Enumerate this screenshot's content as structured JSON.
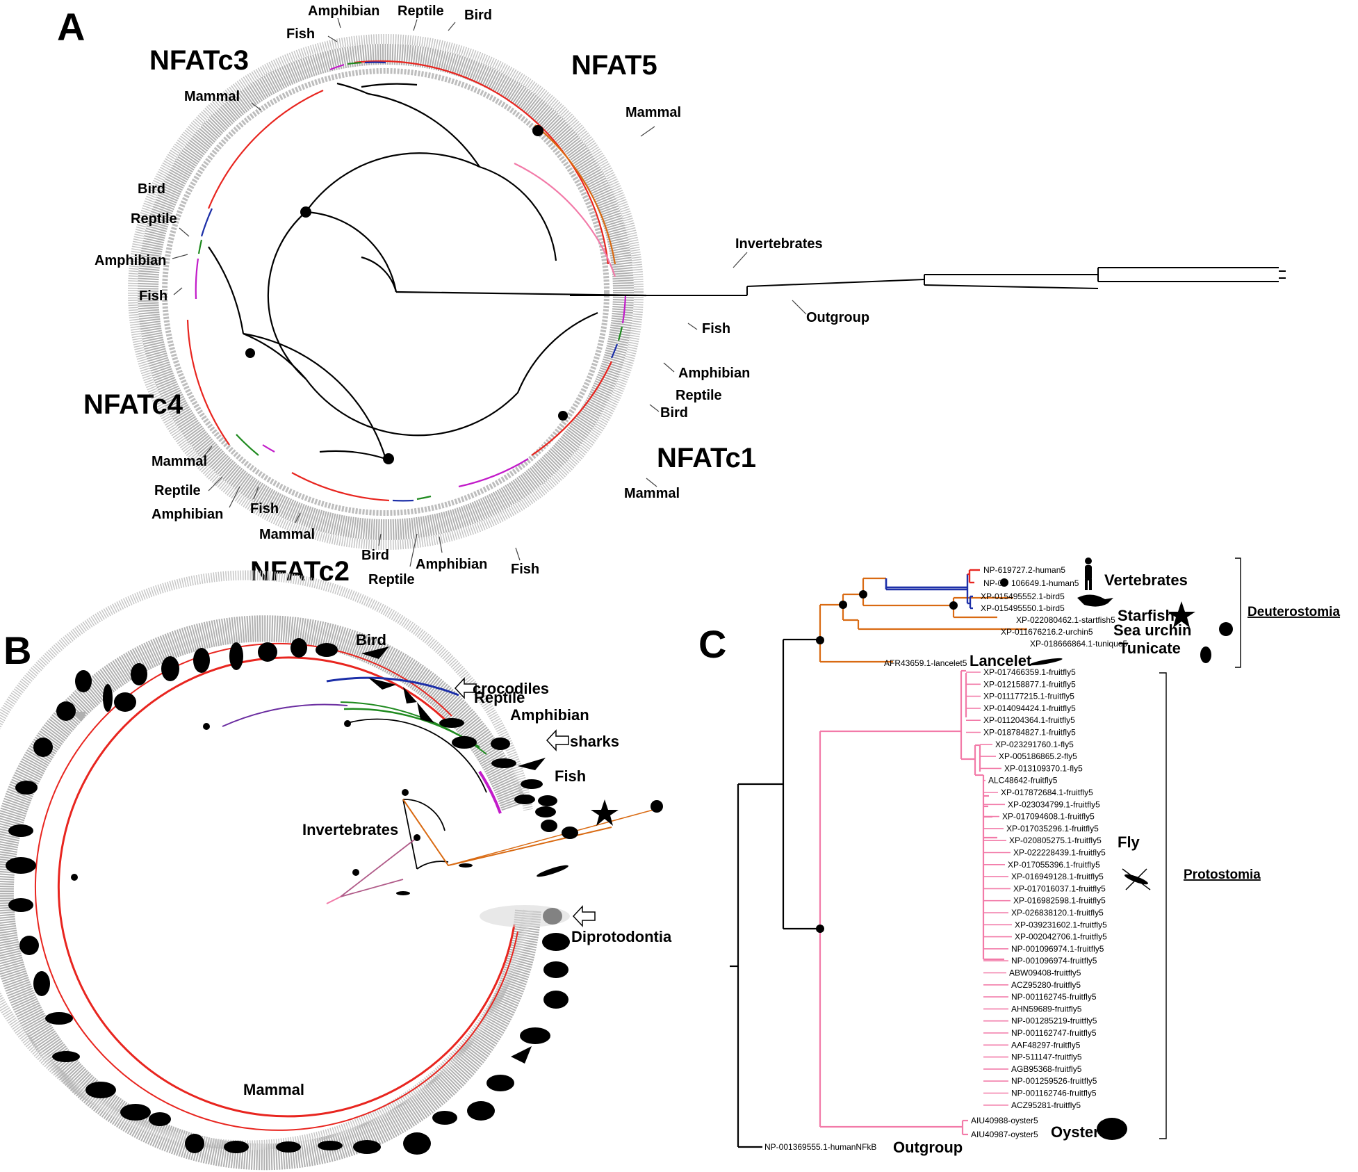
{
  "panels": {
    "a": {
      "letter": "A",
      "families": {
        "nfatc3": "NFATc3",
        "nfat5": "NFAT5",
        "nfatc4": "NFATc4",
        "nfatc1": "NFATc1",
        "nfatc2": "NFATc2"
      },
      "clade_labels": {
        "top_amphibian": "Amphibian",
        "top_reptile": "Reptile",
        "top_bird": "Bird",
        "top_fish": "Fish",
        "c3_mammal": "Mammal",
        "nfat5_mammal": "Mammal",
        "left_bird": "Bird",
        "left_reptile": "Reptile",
        "left_amphibian": "Amphibian",
        "left_fish": "Fish",
        "invertebrates": "Invertebrates",
        "outgroup": "Outgroup",
        "right_fish": "Fish",
        "right_amphibian": "Amphibian",
        "right_reptile": "Reptile",
        "right_bird": "Bird",
        "c1_mammal": "Mammal",
        "c4_mammal": "Mammal",
        "c4_reptile": "Reptile",
        "c4_amphibian": "Amphibian",
        "c4_fish": "Fish",
        "c2_mammal": "Mammal",
        "c2_bird": "Bird",
        "c2_reptile": "Reptile",
        "c2_amphibian": "Amphibian",
        "c2_fish": "Fish"
      }
    },
    "b": {
      "letter": "B",
      "labels": {
        "bird": "Bird",
        "crocodiles": "crocodiles",
        "reptile": "Reptile",
        "amphibian": "Amphibian",
        "sharks": "sharks",
        "fish": "Fish",
        "invertebrates": "Invertebrates",
        "diprotodontia": "Diprotodontia",
        "mammal": "Mammal"
      }
    },
    "c": {
      "letter": "C",
      "deut_tips": [
        "NP-619727.2-human5",
        "NP-0",
        "106649.1-human5",
        "XP-015495552.1-bird5",
        "XP-015495550.1-bird5",
        "XP-022080462.1-startfish5",
        "XP-011676216.2-urchin5",
        "XP-018666864.1-tunique5",
        "AFR43659.1-lancelet5"
      ],
      "fly_tips": [
        "XP-017466359.1-fruitfly5",
        "XP-012158877.1-fruitfly5",
        "XP-011177215.1-fruitfly5",
        "XP-014094424.1-fruitfly5",
        "XP-011204364.1-fruitfly5",
        "XP-018784827.1-fruitfly5",
        "XP-023291760.1-fly5",
        "XP-005186865.2-fly5",
        "XP-013109370.1-fly5",
        "ALC48642-fruitfly5",
        "XP-017872684.1-fruitfly5",
        "XP-023034799.1-fruitfly5",
        "XP-017094608.1-fruitfly5",
        "XP-017035296.1-fruitfly5",
        "XP-020805275.1-fruitfly5",
        "XP-022228439.1-fruitfly5",
        "XP-017055396.1-fruitfly5",
        "XP-016949128.1-fruitfly5",
        "XP-017016037.1-fruitfly5",
        "XP-016982598.1-fruitfly5",
        "XP-026838120.1-fruitfly5",
        "XP-039231602.1-fruitfly5",
        "XP-002042706.1-fruitfly5",
        "NP-001096974.1-fruitfly5",
        "NP-001096974-fruitfly5",
        "ABW09408-fruitfly5",
        "ACZ95280-fruitfly5",
        "NP-001162745-fruitfly5",
        "AHN59689-fruitfly5",
        "NP-001285219-fruitfly5",
        "NP-001162747-fruitfly5",
        "AAF48297-fruitfly5",
        "NP-511147-fruitfly5",
        "AGB95368-fruitfly5",
        "NP-001259526-fruitfly5",
        "NP-001162746-fruitfly5",
        "ACZ95281-fruitfly5"
      ],
      "oyster_tips": [
        "AIU40988-oyster5",
        "AIU40987-oyster5"
      ],
      "outgroup_tip": "NP-001369555.1-humanNFkB",
      "species_labels": {
        "vertebrates": "Vertebrates",
        "starfish": "Starfish",
        "sea_urchin": "Sea urchin",
        "tunicate": "Tunicate",
        "lancelet": "Lancelet",
        "fly": "Fly",
        "oyster": "Oyster",
        "outgroup": "Outgroup"
      },
      "groups": {
        "deuterostomia": "Deuterostomia",
        "protostomia": "Protostomia"
      }
    }
  },
  "colors": {
    "mammal": "#e8251f",
    "bird": "#1c2fa8",
    "reptile": "#111111",
    "amphibian": "#1f8a1f",
    "fish": "#c21bc9",
    "invertebrate": "#d96a12",
    "insect": "#f27aa8",
    "tips": "#a8a8a8",
    "backbone": "#000000"
  },
  "icons": [
    "human-silhouette-icon",
    "bird-silhouette-icon",
    "starfish-icon",
    "sea-urchin-icon",
    "tunicate-icon",
    "lancelet-icon",
    "mosquito-icon",
    "oyster-icon",
    "animal-silhouette-icon"
  ]
}
